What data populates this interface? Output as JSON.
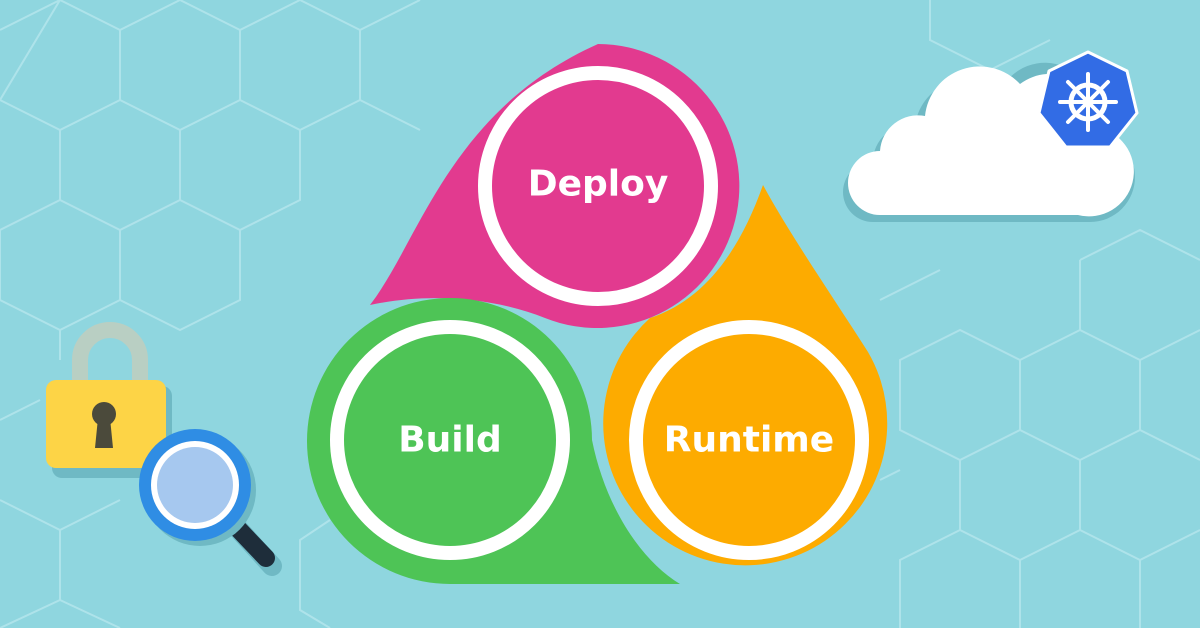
{
  "stages": {
    "deploy": {
      "label": "Deploy",
      "color": "#e23a8f"
    },
    "build": {
      "label": "Build",
      "color": "#4ec456"
    },
    "runtime": {
      "label": "Runtime",
      "color": "#fdab00"
    }
  },
  "colors": {
    "background": "#8fd6df",
    "pattern": "#b4e5ec",
    "ring": "#ffffff",
    "cloud": "#ffffff",
    "cloud_shadow": "#6fb9c4",
    "kubernetes_badge": "#326ce5",
    "lock_body": "#fdd446",
    "lock_shackle": "#b9cfc3",
    "magnifier_ring": "#2f8de4",
    "magnifier_lens": "#a6c8ef",
    "magnifier_handle": "#1e2d3a"
  },
  "icons": [
    "hexagon-pattern",
    "cloud-icon",
    "kubernetes-icon",
    "padlock-icon",
    "magnifier-icon"
  ]
}
